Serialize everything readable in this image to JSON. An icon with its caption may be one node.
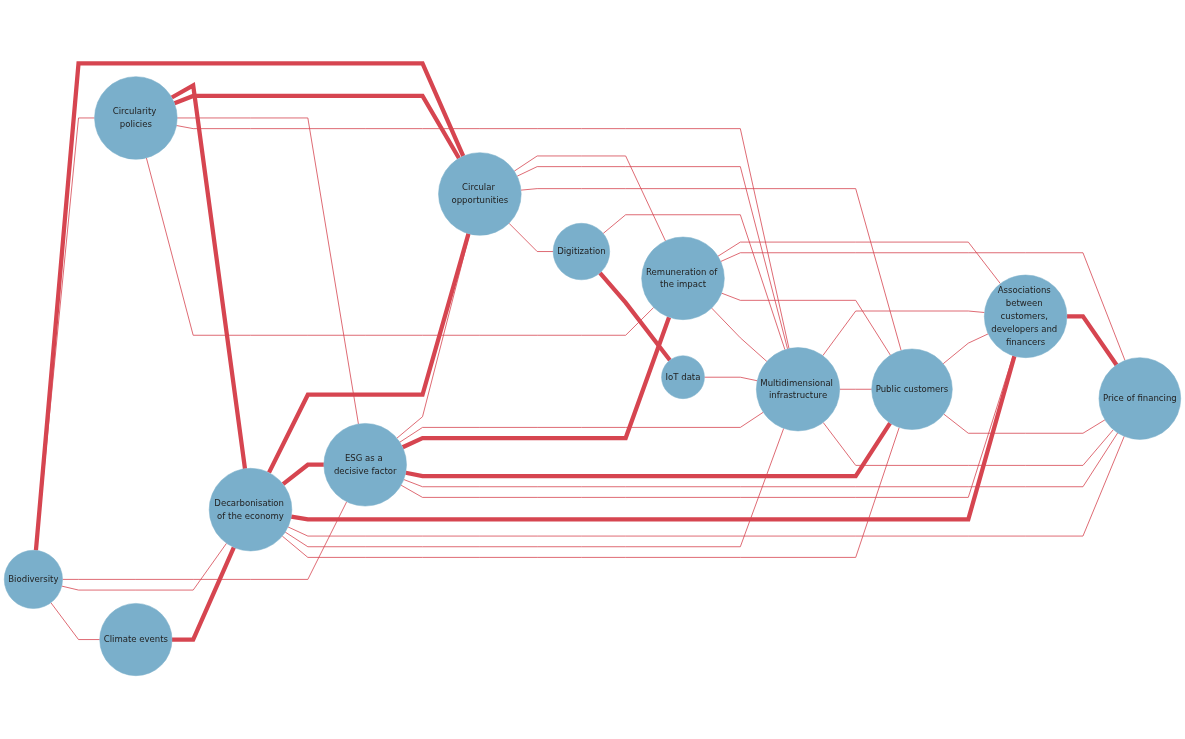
{
  "diagram": {
    "nodes": [
      {
        "text": [
          "Biodiversity"
        ]
      },
      {
        "text": [
          "Climate events"
        ]
      },
      {
        "text": [
          "Circularity policies"
        ]
      },
      {
        "text": [
          "Decarbonisation of the economy"
        ]
      },
      {
        "text": [
          "ESG as a decisive factor"
        ]
      },
      {
        "text": [
          "Circular opportunities"
        ]
      },
      {
        "text": [
          "Digitization"
        ]
      },
      {
        "text": [
          "Remuneration of the impact"
        ]
      },
      {
        "text": [
          "Multidimensional infrastructure"
        ]
      },
      {
        "text": [
          "Associations between customers, developers and financers"
        ]
      },
      {
        "text": [
          "IoT data"
        ]
      },
      {
        "text": [
          "Public customers"
        ]
      },
      {
        "text": [
          "Price of financing"
        ]
      }
    ],
    "edges": [
      {
        "from": 0,
        "to": 5,
        "arrow": "none",
        "style": "thick"
      },
      {
        "from": 0,
        "to": 2,
        "arrow": "none"
      },
      {
        "from": 0,
        "to": 4,
        "arrow": "none"
      },
      {
        "from": 0,
        "to": 3,
        "arrow": "none"
      },
      {
        "from": 0,
        "to": 1,
        "arrow": "none"
      },
      {
        "from": 2,
        "to": 3,
        "arrow": "none",
        "style": "thick"
      },
      {
        "from": 2,
        "to": 5,
        "arrow": "none",
        "style": "thick"
      },
      {
        "from": 2,
        "to": 4,
        "arrow": "none"
      },
      {
        "from": 2,
        "to": 8,
        "arrow": "none"
      },
      {
        "from": 2,
        "to": 7,
        "arrow": "none"
      },
      {
        "from": 1,
        "to": 3,
        "arrow": "none",
        "style": "thick"
      },
      {
        "from": 3,
        "to": 5,
        "arrow": "none",
        "style": "thick"
      },
      {
        "from": 3,
        "to": 4,
        "arrow": "none",
        "style": "thick"
      },
      {
        "from": 3,
        "to": 9,
        "arrow": "none",
        "style": "thick"
      },
      {
        "from": 3,
        "to": 12,
        "arrow": "none"
      },
      {
        "from": 3,
        "to": 8,
        "arrow": "none"
      },
      {
        "from": 3,
        "to": 11,
        "arrow": "none"
      },
      {
        "from": 4,
        "to": 5,
        "arrow": "none"
      },
      {
        "from": 4,
        "to": 8,
        "arrow": "none"
      },
      {
        "from": 4,
        "to": 7,
        "arrow": "none",
        "style": "thick"
      },
      {
        "from": 4,
        "to": 11,
        "arrow": "none",
        "style": "thick"
      },
      {
        "from": 4,
        "to": 12,
        "arrow": "none"
      },
      {
        "from": 4,
        "to": 9,
        "arrow": "none"
      },
      {
        "from": 5,
        "to": 7,
        "arrow": "none"
      },
      {
        "from": 5,
        "to": 8,
        "arrow": "none"
      },
      {
        "from": 5,
        "to": 11,
        "arrow": "none"
      },
      {
        "from": 5,
        "to": 6,
        "arrow": "none"
      },
      {
        "from": 7,
        "to": 9,
        "arrow": "none"
      },
      {
        "from": 7,
        "to": 12,
        "arrow": "none"
      },
      {
        "from": 7,
        "to": 11,
        "arrow": "none"
      },
      {
        "from": 7,
        "to": 8,
        "arrow": "none"
      },
      {
        "from": 8,
        "to": 9,
        "arrow": "none"
      },
      {
        "from": 8,
        "to": 11,
        "arrow": "none"
      },
      {
        "from": 8,
        "to": 12,
        "arrow": "none"
      },
      {
        "from": 8,
        "to": 6,
        "arrow": "none"
      },
      {
        "from": 8,
        "to": 10,
        "arrow": "none"
      },
      {
        "from": 6,
        "to": 10,
        "arrow": "none",
        "style": "thick"
      },
      {
        "from": 11,
        "to": 9,
        "arrow": "none"
      },
      {
        "from": 11,
        "to": 12,
        "arrow": "none"
      },
      {
        "from": 9,
        "to": 12,
        "arrow": "none",
        "style": "thick"
      }
    ]
  }
}
